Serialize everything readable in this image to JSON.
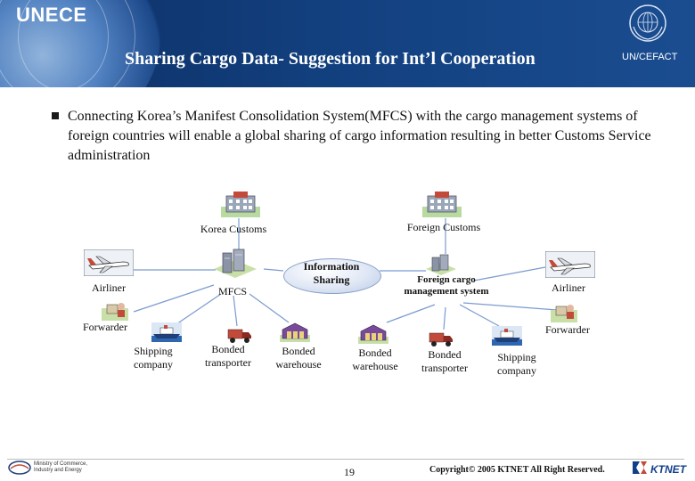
{
  "header": {
    "org": "UNECE",
    "title": "Sharing Cargo Data- Suggestion for Int’l Cooperation",
    "sub_org": "UN/CEFACT"
  },
  "body": {
    "bullet": "Connecting Korea’s Manifest Consolidation System(MFCS) with the cargo management systems of foreign countries will enable a global sharing of cargo information resulting in better Customs Service administration"
  },
  "diagram": {
    "korea_customs": "Korea Customs",
    "foreign_customs": "Foreign Customs",
    "information_sharing": "Information Sharing",
    "mfcs": "MFCS",
    "foreign_cargo": "Foreign cargo management system",
    "airliner_left": "Airliner",
    "airliner_right": "Airliner",
    "forwarder_left": "Forwarder",
    "forwarder_right": "Forwarder",
    "shipping_left": "Shipping company",
    "bonded_transporter_left": "Bonded transporter",
    "bonded_warehouse_left": "Bonded warehouse",
    "bonded_warehouse_right": "Bonded warehouse",
    "bonded_transporter_right": "Bonded transporter",
    "shipping_right": "Shipping company"
  },
  "footer": {
    "ministry": "Ministry of Commerce, Industry and Energy",
    "page_number": "19",
    "copyright": "Copyright© 2005 KTNET All Right Reserved.",
    "brand": "KTNET"
  },
  "colors": {
    "header_bg": "#123f7e",
    "connector": "#7b9bd0",
    "brand": "#123f8c"
  }
}
